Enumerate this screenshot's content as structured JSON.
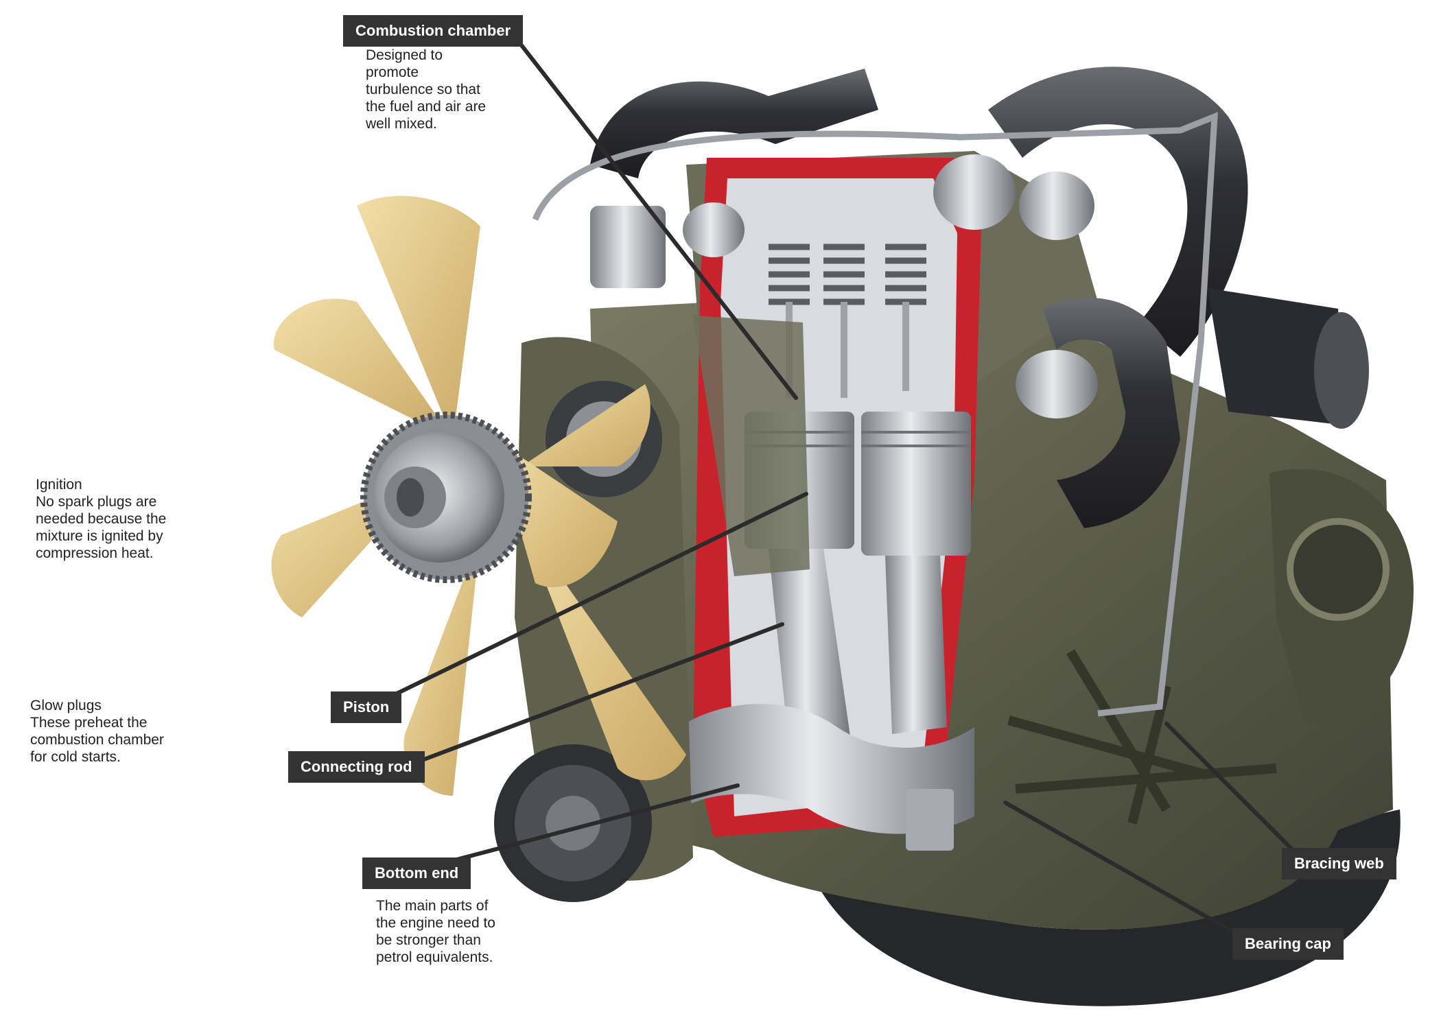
{
  "labels": {
    "combustion_chamber": "Combustion chamber",
    "piston": "Piston",
    "connecting_rod": "Connecting rod",
    "bottom_end": "Bottom end",
    "bracing_web": "Bracing web",
    "bearing_cap": "Bearing cap"
  },
  "notes": {
    "combustion_chamber": [
      "Designed to",
      "promote",
      "turbulence so that",
      "the fuel and air are",
      "well mixed."
    ],
    "ignition": [
      "Ignition",
      "No spark plugs are",
      "needed because the",
      "mixture is ignited by",
      "compression heat."
    ],
    "glow_plugs": [
      "Glow plugs",
      "These preheat the",
      "combustion chamber",
      "for cold starts."
    ],
    "bottom_end": [
      "The main parts of",
      "the engine need to",
      "be stronger than",
      "petrol equivalents."
    ]
  },
  "colors": {
    "label_bg": "#333333",
    "leader_line": "#2b2b2b",
    "fan_blade": "#e6c98a",
    "engine_block": "#5d5f4a",
    "cutaway_red": "#c8232c",
    "metal": "#b8bcc2",
    "hose": "#3c3d42"
  }
}
